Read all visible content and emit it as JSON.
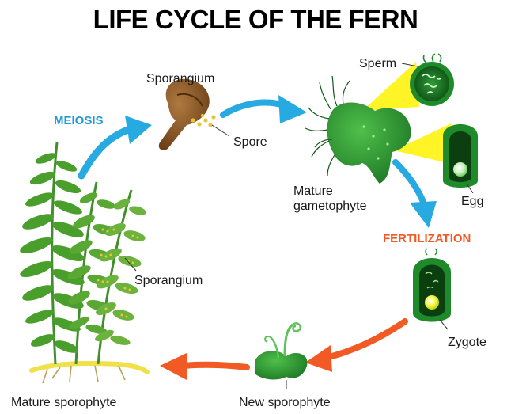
{
  "title": "LIFE CYCLE OF THE FERN",
  "stages": {
    "meiosis": "MEIOSIS",
    "fertilization": "FERTILIZATION"
  },
  "labels": {
    "sporangium_top": "Sporangium",
    "spore": "Spore",
    "sperm": "Sperm",
    "mature_gametophyte_1": "Mature",
    "mature_gametophyte_2": "gametophyte",
    "egg": "Egg",
    "sporangium_frond": "Sporangium",
    "zygote": "Zygote",
    "new_sporophyte": "New sporophyte",
    "mature_sporophyte": "Mature sporophyte"
  },
  "colors": {
    "meiosis_arrow": "#27a9e1",
    "fertilization_arrow": "#f15a24",
    "fertilization_text": "#f15a24",
    "meiosis_text": "#1e9bd7",
    "plant_green": "#2e8b35",
    "dark_green": "#0c4d12",
    "highlight_yellow": "#fff200",
    "sporangium_brown": "#8b5a2b"
  }
}
